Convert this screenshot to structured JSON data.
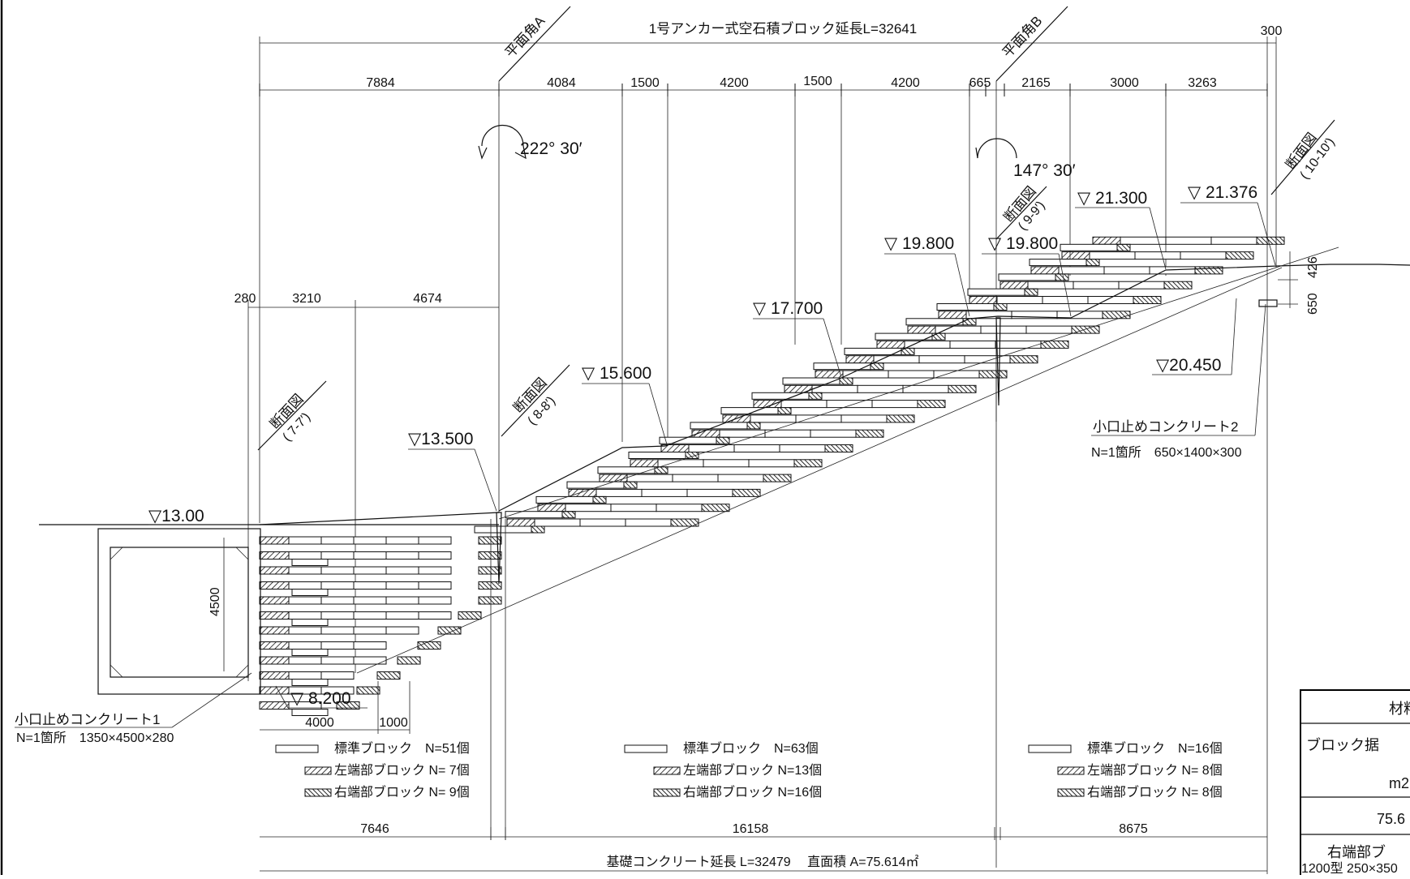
{
  "drawing": {
    "title": "1号アンカー式空石積ブロック延長L=32641",
    "foundation_note": "基礎コンクリート延長 L=32479　 直面積 A=75.614㎡"
  },
  "top_dims": [
    "7884",
    "4084",
    "1500",
    "4200",
    "1500",
    "4200",
    "665",
    "2165",
    "3000",
    "3263"
  ],
  "end_offset": "300",
  "left_dims": [
    "280",
    "3210",
    "4674"
  ],
  "box_height": "4500",
  "bottom_small_dims": [
    "4000",
    "1000"
  ],
  "bottom_dims": [
    "7646",
    "16158",
    "8675"
  ],
  "right_dims": [
    "426",
    "650"
  ],
  "angles": [
    "222° 30′",
    "147° 30′"
  ],
  "plan_angles": [
    "平面角A",
    "平面角B"
  ],
  "sections": [
    {
      "name": "断面図",
      "sub": "( 7-7′)"
    },
    {
      "name": "断面図",
      "sub": "( 8-8′)"
    },
    {
      "name": "断面図",
      "sub": "( 9-9′)"
    },
    {
      "name": "断面図",
      "sub": "( 10-10′)"
    }
  ],
  "levels": [
    "▽13.00",
    "▽13.500",
    "▽ 8.200",
    "▽ 15.600",
    "▽ 17.700",
    "▽ 19.800",
    "▽ 19.800",
    "▽ 21.300",
    "▽ 21.376",
    "▽20.450"
  ],
  "end_concrete": [
    {
      "name": "小口止めコンクリート1",
      "spec": "N=1箇所　1350×4500×280"
    },
    {
      "name": "小口止めコンクリート2",
      "spec": "N=1箇所　650×1400×300"
    }
  ],
  "legends": [
    [
      {
        "text": "標準ブロック　N=51個",
        "pattern": "plain"
      },
      {
        "text": "左端部ブロック N= 7個",
        "pattern": "hatch-left"
      },
      {
        "text": "右端部ブロック N= 9個",
        "pattern": "hatch-right"
      }
    ],
    [
      {
        "text": "標準ブロック　N=63個",
        "pattern": "plain"
      },
      {
        "text": "左端部ブロック N=13個",
        "pattern": "hatch-left"
      },
      {
        "text": "右端部ブロック N=16個",
        "pattern": "hatch-right"
      }
    ],
    [
      {
        "text": "標準ブロック　N=16個",
        "pattern": "plain"
      },
      {
        "text": "左端部ブロック N= 8個",
        "pattern": "hatch-left"
      },
      {
        "text": "右端部ブロック N= 8個",
        "pattern": "hatch-right"
      }
    ]
  ],
  "table": {
    "header": "材料",
    "row1": "ブロック据",
    "row2": "m2",
    "row3": "75.6",
    "row4": "右端部ブ",
    "row5": "1200型 250×350"
  }
}
